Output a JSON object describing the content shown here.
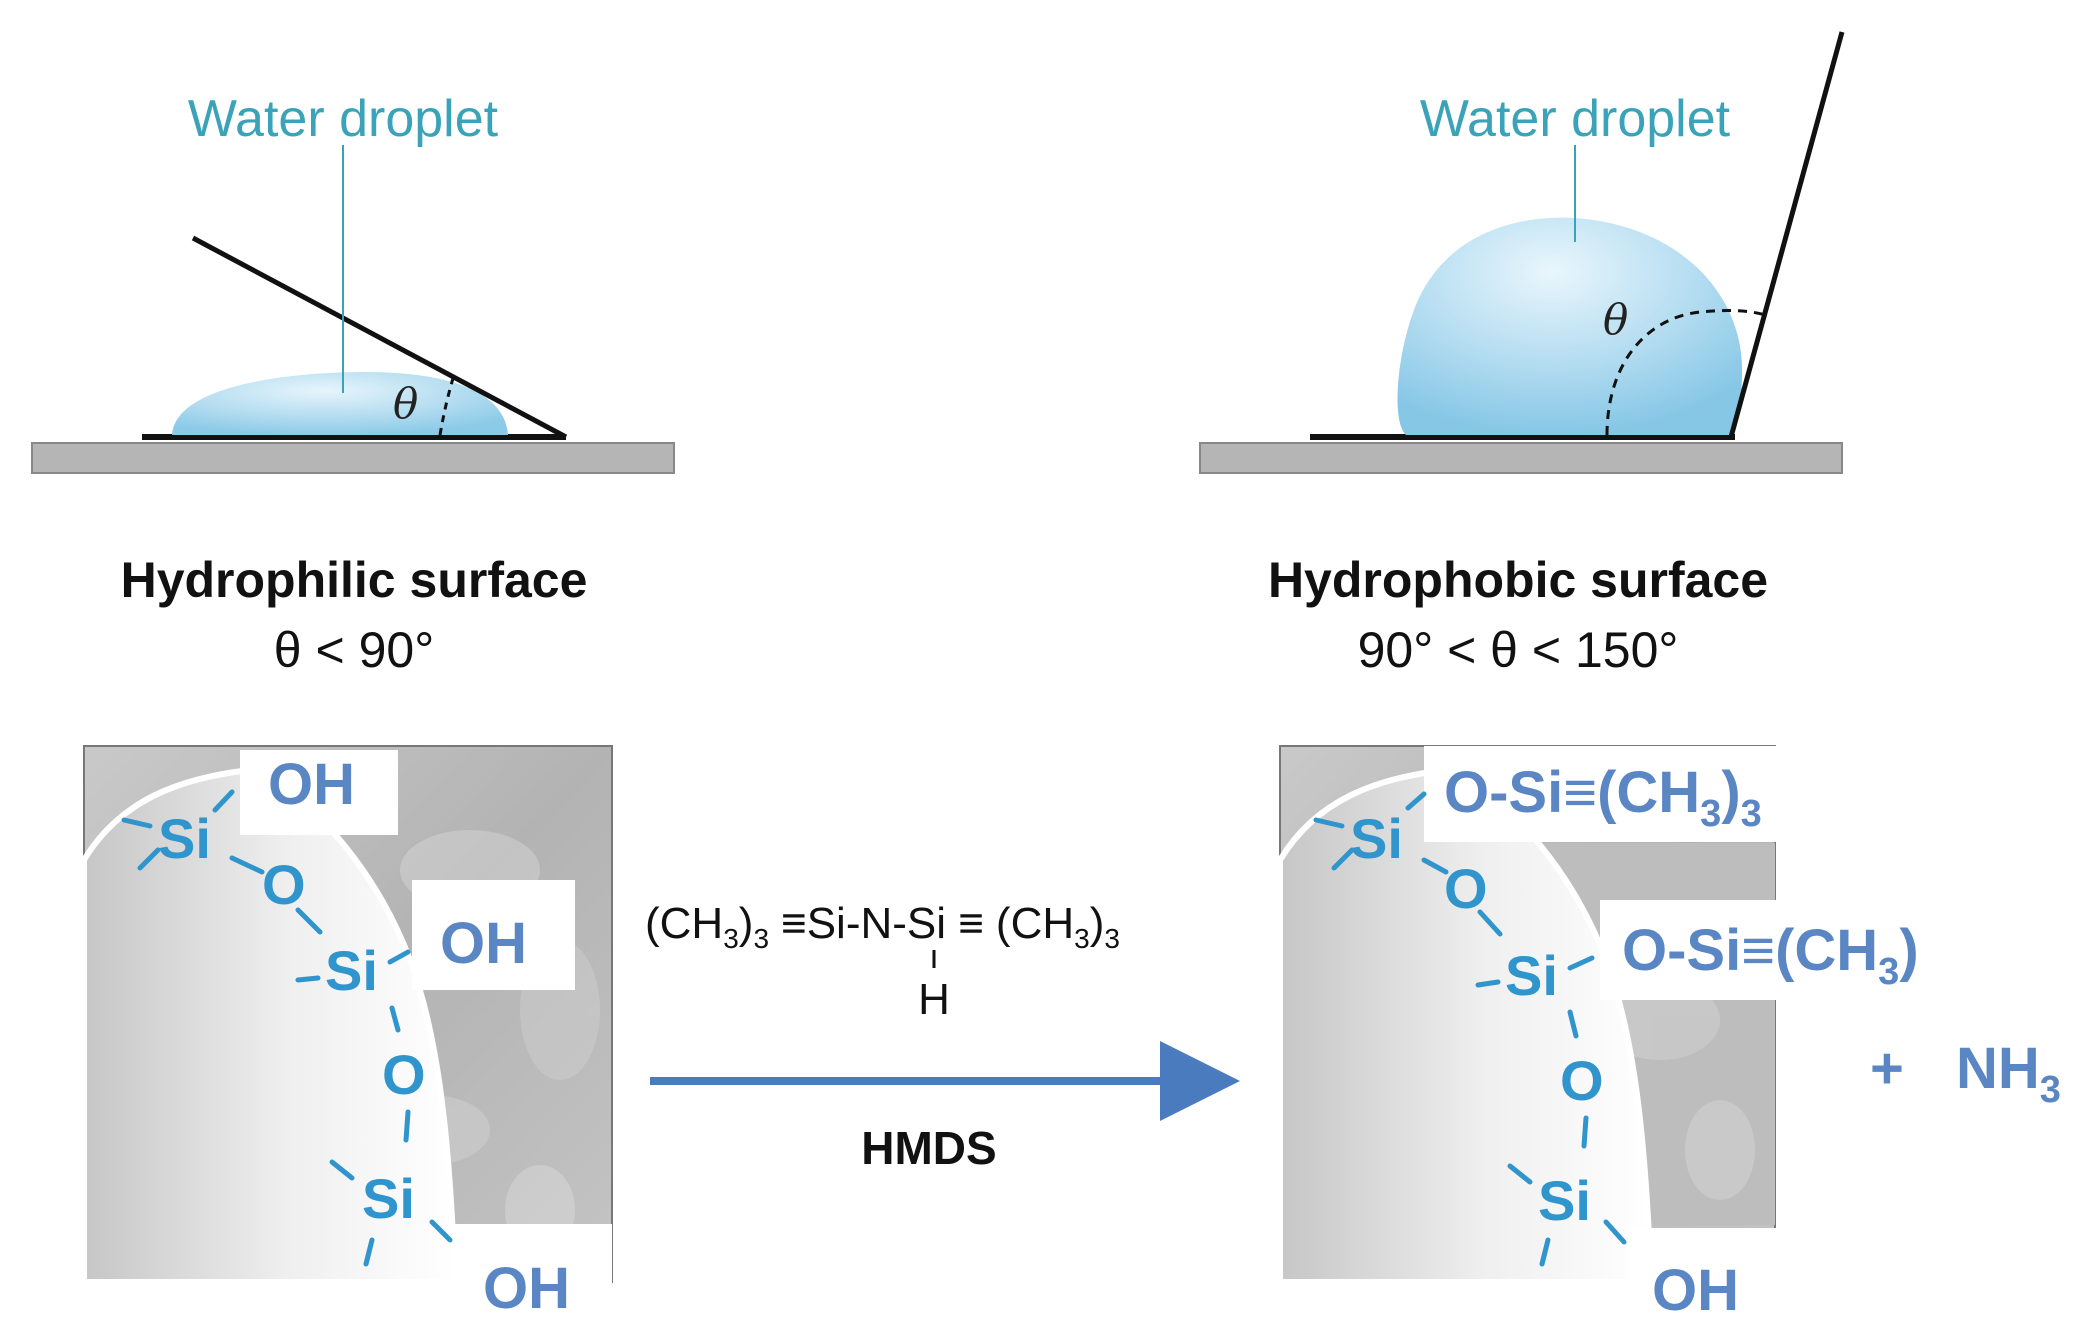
{
  "left_panel": {
    "droplet_label": "Water droplet",
    "theta_symbol": "θ",
    "surface_title": "Hydrophilic surface",
    "angle_condition": "θ < 90°",
    "surface_groups": {
      "oh_1": "OH",
      "oh_2": "OH",
      "oh_3": "OH",
      "si_1": "Si",
      "si_2": "Si",
      "si_3": "Si",
      "o_1": "O",
      "o_2": "O"
    }
  },
  "right_panel": {
    "droplet_label": "Water droplet",
    "theta_symbol": "θ",
    "surface_title": "Hydrophobic surface",
    "angle_condition": "90° < θ < 150°",
    "surface_groups": {
      "group_1_main": "O-Si≡(CH",
      "group_1_sub": "3",
      "group_1_close": ")",
      "group_1_outer_sub": "3",
      "group_2_main": "O-Si≡(CH",
      "group_2_sub": "3",
      "group_2_close": ")",
      "oh": "OH",
      "si_1": "Si",
      "si_2": "Si",
      "si_3": "Si",
      "o_1": "O",
      "o_2": "O"
    },
    "byproduct_plus": "+",
    "byproduct_main": "NH",
    "byproduct_sub": "3"
  },
  "reaction": {
    "formula_left": "(CH",
    "formula_left_sub": "3",
    "formula_left_close": ")",
    "formula_left_outer_sub": "3",
    "formula_mid": "≡Si-N-Si ≡",
    "formula_right": "(CH",
    "formula_right_sub": "3",
    "formula_right_close": ")",
    "formula_right_outer_sub": "3",
    "formula_h": "H",
    "reagent": "HMDS"
  },
  "colors": {
    "droplet": "#a9d8ef",
    "droplet_label": "#3aa3b7",
    "silicon_chain": "#2f95cc",
    "functional_group": "#5b86c4",
    "arrow": "#4a7bbf",
    "substrate": "#b5b5b5"
  }
}
